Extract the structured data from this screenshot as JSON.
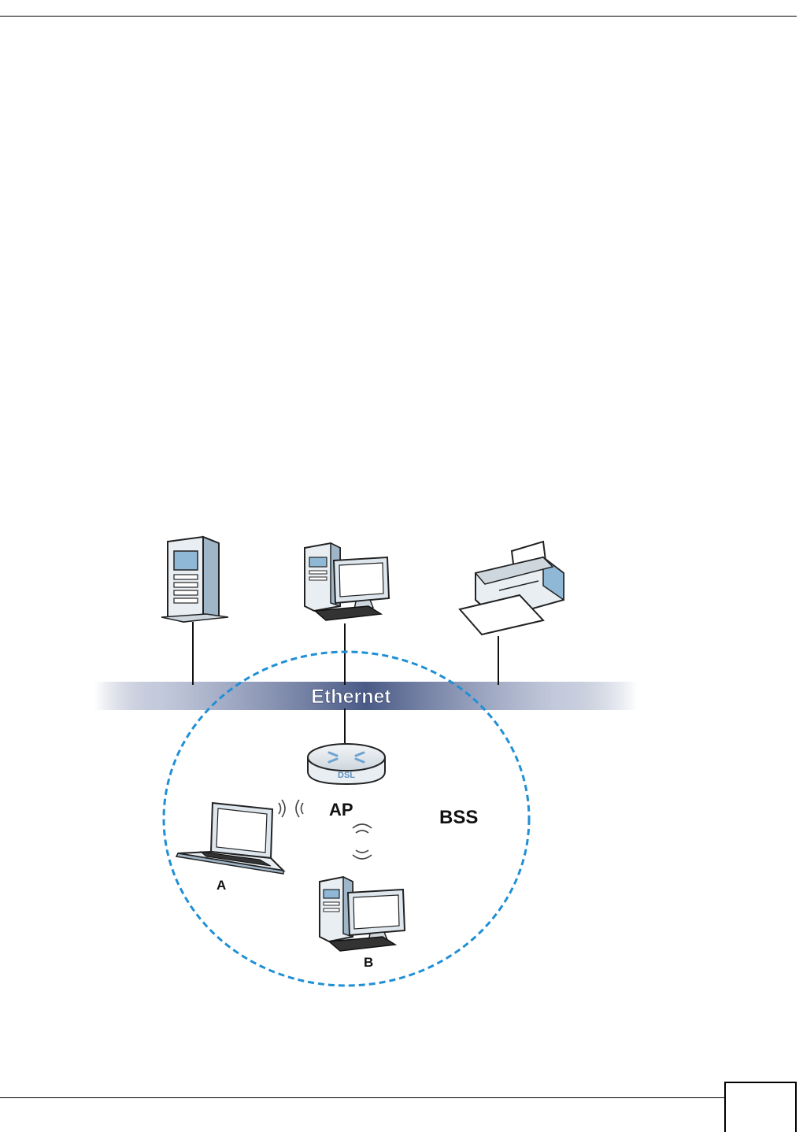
{
  "network": {
    "backbone_label": "Ethernet",
    "access_point_label": "AP",
    "router_badge": "DSL",
    "bss_label": "BSS",
    "station_a_label": "A",
    "station_b_label": "B"
  },
  "colors": {
    "bss_boundary": "#1f8fd6",
    "ethernet_band": "#5a6a94",
    "device_blue": "#8fb8d6"
  },
  "footer": {
    "page_box_text": ""
  }
}
